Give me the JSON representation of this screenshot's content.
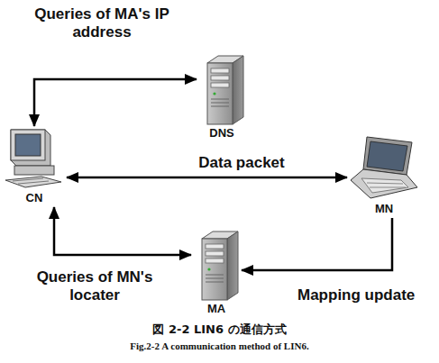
{
  "diagram": {
    "caption": "図 2-2 LIN6 の通信方式",
    "nodes": [
      {
        "text": [
          "DNS"
        ]
      },
      {
        "text": [
          "CN"
        ]
      },
      {
        "text": [
          "MN"
        ]
      },
      {
        "text": [
          "MA"
        ]
      }
    ],
    "edges": [
      {
        "from": 1,
        "to": 0,
        "arrow": "both",
        "label": "Queries of MA's IP address"
      },
      {
        "from": 1,
        "to": 2,
        "arrow": "both",
        "label": "Data packet"
      },
      {
        "from": 1,
        "to": 3,
        "arrow": "both",
        "label": "Queries of MN's locater"
      },
      {
        "from": 2,
        "to": 3,
        "arrow": "to",
        "label": "Mapping update"
      }
    ],
    "labels": [
      "Fig.2-2 A communication method of LIN6."
    ]
  }
}
